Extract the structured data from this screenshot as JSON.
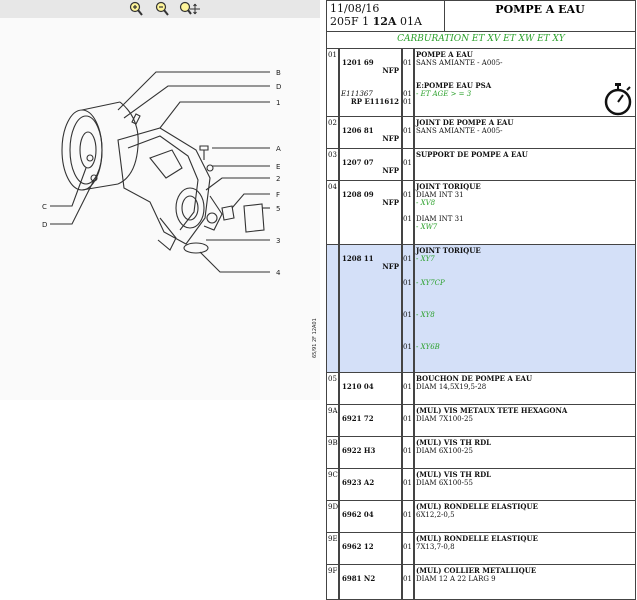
{
  "toolbar": {
    "icons": [
      "zoom-in-icon",
      "zoom-out-icon",
      "zoom-fit-icon"
    ]
  },
  "diagram": {
    "callouts": [
      "B",
      "D",
      "1",
      "A",
      "E",
      "2",
      "F",
      "5",
      "C",
      "D",
      "3",
      "4"
    ],
    "side_code": "65/91 2F 12A01"
  },
  "header": {
    "date": "11/08/16",
    "model_prefix": "205F 1 ",
    "model_bold": "12A",
    "model_suffix": " 01A",
    "title": "POMPE A EAU"
  },
  "subtitle": "CARBURATION ET XV ET XW ET XY",
  "rows": [
    {
      "num": "01",
      "ref": "1201 69",
      "nfp": "NFP",
      "qty": "01",
      "title": "POMPE A EAU",
      "lines": [
        "SANS AMIANTE - A005-"
      ],
      "ref_alt": "E111367",
      "rp": "RP E111612",
      "qty2": "01",
      "title2": "E:POMPE EAU PSA",
      "green2": "- ET AGE > = 3"
    },
    {
      "num": "02",
      "ref": "1206 81",
      "nfp": "NFP",
      "qty": "01",
      "title": "JOINT DE POMPE A EAU",
      "lines": [
        "SANS AMIANTE - A005-"
      ]
    },
    {
      "num": "03",
      "ref": "1207 07",
      "nfp": "NFP",
      "qty": "01",
      "title": "SUPPORT DE POMPE A EAU",
      "lines": []
    },
    {
      "num": "04",
      "ref": "1208 09",
      "nfp": "NFP",
      "qty": "01",
      "title": "JOINT TORIQUE",
      "lines": [
        "DIAM INT 31"
      ],
      "green": "- XV8",
      "qty2": "01",
      "line2": "DIAM INT 31",
      "green2": "- XW7"
    },
    {
      "num": "",
      "ref": "1208 11",
      "nfp": "NFP",
      "title": "JOINT TORIQUE",
      "variants": [
        {
          "qty": "01",
          "text": "- XY7"
        },
        {
          "qty": "01",
          "text": "- XY7CP"
        },
        {
          "qty": "01",
          "text": "- XY8"
        },
        {
          "qty": "01",
          "text": "- XY6B"
        }
      ]
    },
    {
      "num": "05",
      "ref": "1210 04",
      "qty": "01",
      "title": "BOUCHON DE POMPE A EAU",
      "lines": [
        "DIAM 14,5X19,5-28"
      ]
    },
    {
      "num": "9A",
      "ref": "6921 72",
      "qty": "01",
      "title": "(MUL) VIS METAUX TETE HEXAGONA",
      "lines": [
        "DIAM 7X100-25"
      ]
    },
    {
      "num": "9B",
      "ref": "6922 H3",
      "qty": "01",
      "title": "(MUL) VIS TH RDL",
      "lines": [
        "DIAM 6X100-25"
      ]
    },
    {
      "num": "9C",
      "ref": "6923 A2",
      "qty": "01",
      "title": "(MUL) VIS TH RDL",
      "lines": [
        "DIAM 6X100-55"
      ]
    },
    {
      "num": "9D",
      "ref": "6962 04",
      "qty": "01",
      "title": "(MUL) RONDELLE ELASTIQUE",
      "lines": [
        "6X12,2-0,5"
      ]
    },
    {
      "num": "9E",
      "ref": "6962 12",
      "qty": "01",
      "title": "(MUL) RONDELLE ELASTIQUE",
      "lines": [
        "7X13,7-0,8"
      ]
    },
    {
      "num": "9F",
      "ref": "6981 N2",
      "qty": "01",
      "title": "(MUL) COLLIER METALLIQUE",
      "lines": [
        "DIAM 12 A 22 LARG 9"
      ]
    }
  ]
}
